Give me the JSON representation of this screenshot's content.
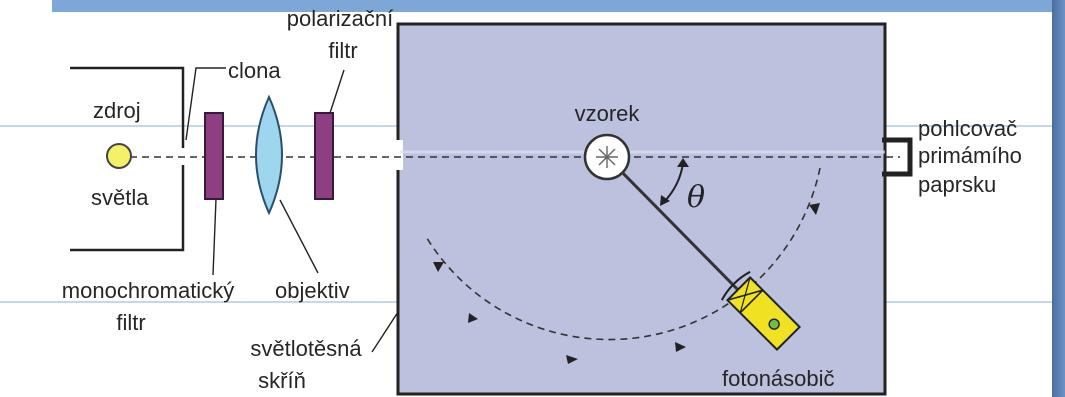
{
  "labels": {
    "polarizing_filter": [
      "polarizační",
      "filtr"
    ],
    "aperture": "clona",
    "source": [
      "zdroj",
      "světla"
    ],
    "sample": "vzorek",
    "beam_absorber": [
      "pohlcovač",
      "primámího",
      "paprsku"
    ],
    "theta": "θ",
    "monochromatic_filter": [
      "monochromatický",
      "filtr"
    ],
    "objective": "objektiv",
    "lightproof_box": [
      "světlotěsná",
      "skříň"
    ],
    "photomultiplier": "fotonásobič"
  },
  "colors": {
    "header_bar": "#7ea6d6",
    "side_bar": "#5b84b8",
    "box_fill": "#bcc1de",
    "filter": "#8e3f82",
    "lens": "#9ed6ef",
    "source": "#f4f06a",
    "detector": "#f0e222"
  }
}
